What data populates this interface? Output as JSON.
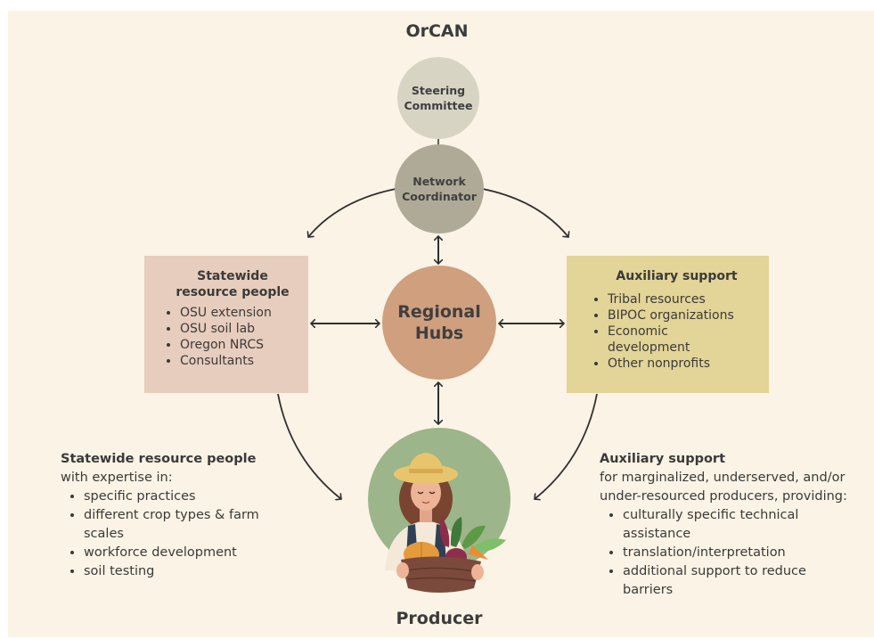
{
  "title": "OrCAN",
  "steering": [
    "Steering",
    "Committee"
  ],
  "coordinator": [
    "Network",
    "Coordinator"
  ],
  "hubs": [
    "Regional",
    "Hubs"
  ],
  "statewide_box": {
    "title_lines": [
      "Statewide",
      "resource people"
    ],
    "items": [
      "OSU extension",
      "OSU soil lab",
      "Oregon NRCS",
      "Consultants"
    ]
  },
  "aux_box": {
    "title": "Auxiliary support",
    "items": [
      "Tribal resources",
      "BIPOC organizations",
      "Economic development",
      "Other nonprofits"
    ]
  },
  "left_note": {
    "heading": "Statewide resource people",
    "intro": "with expertise in:",
    "items": [
      "specific practices",
      "different crop types & farm scales",
      "workforce development",
      "soil testing"
    ]
  },
  "right_note": {
    "heading": "Auxiliary support",
    "intro": "for marginalized, underserved, and/or under-resourced producers, providing:",
    "items": [
      "culturally specific technical assistance",
      "translation/interpretation",
      "additional support to reduce barriers"
    ]
  },
  "producer_label": "Producer",
  "colors": {
    "background": "#fbf3e5",
    "steering": "#d7d4c3",
    "coordinator": "#aeaa97",
    "hubs": "#cf9f7e",
    "statewide_box": "#e7cdbd",
    "aux_box": "#e3d497",
    "producer_circle": "#9cb58a",
    "arrows": "#2f2f2f"
  }
}
